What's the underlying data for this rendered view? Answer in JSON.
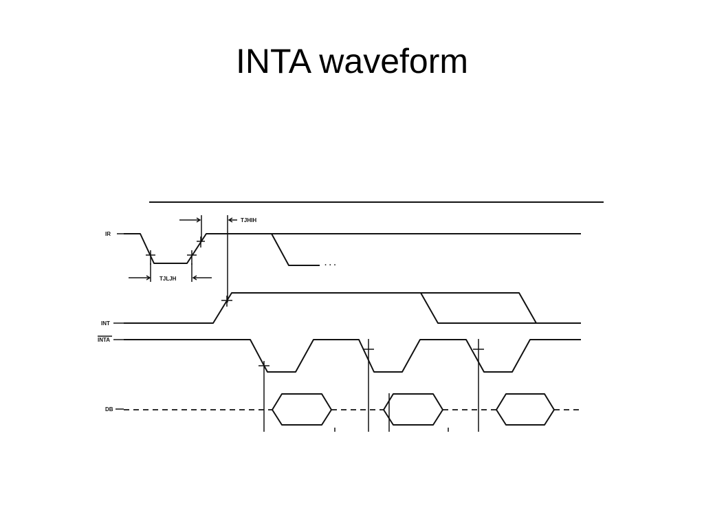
{
  "slide": {
    "title": "INTA waveform"
  },
  "diagram": {
    "signals": [
      {
        "id": "ir",
        "label": "IR"
      },
      {
        "id": "int",
        "label": "INT"
      },
      {
        "id": "inta",
        "label": "INTA"
      },
      {
        "id": "db",
        "label": "DB"
      }
    ],
    "timing_labels": {
      "tjhih": "TJHIH",
      "tjljh": "TJLJH"
    },
    "continuation": "· · ·"
  }
}
